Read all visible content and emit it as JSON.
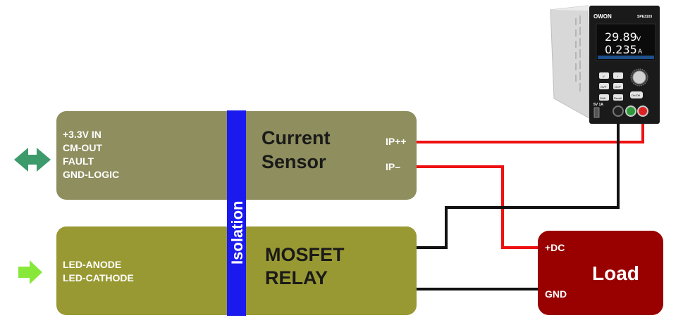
{
  "current_sensor": {
    "title_line1": "Current",
    "title_line2": "Sensor",
    "left_pins": [
      "+3.3V IN",
      "CM-OUT",
      "FAULT",
      "GND-LOGIC"
    ],
    "right_pins": [
      "IP++",
      "IP–"
    ],
    "fill": "#8e8e5e"
  },
  "mosfet_relay": {
    "title_line1": "MOSFET",
    "title_line2": "RELAY",
    "left_pins": [
      "LED-ANODE",
      "LED-CATHODE"
    ],
    "fill": "#999933"
  },
  "isolation": {
    "label": "Isolation",
    "fill": "#1a1aee"
  },
  "load": {
    "title": "Load",
    "pin_top": "+DC",
    "pin_bottom": "GND",
    "fill": "#990000"
  },
  "power_supply": {
    "brand": "OWON",
    "model": "SPE3103",
    "voltage_reading": "29.89",
    "voltage_unit": "V",
    "current_reading": "0.235",
    "current_unit": "A",
    "port_label": "5V 1A",
    "buttons": [
      "V",
      "I",
      "OVP",
      "OCP",
      "Shift",
      "Recall",
      "On/Off"
    ]
  },
  "colors": {
    "bidirectional_arrow": "#3d9a6a",
    "input_arrow": "#88e83a",
    "wire_positive": "#ee1111",
    "wire_ground": "#111111"
  }
}
